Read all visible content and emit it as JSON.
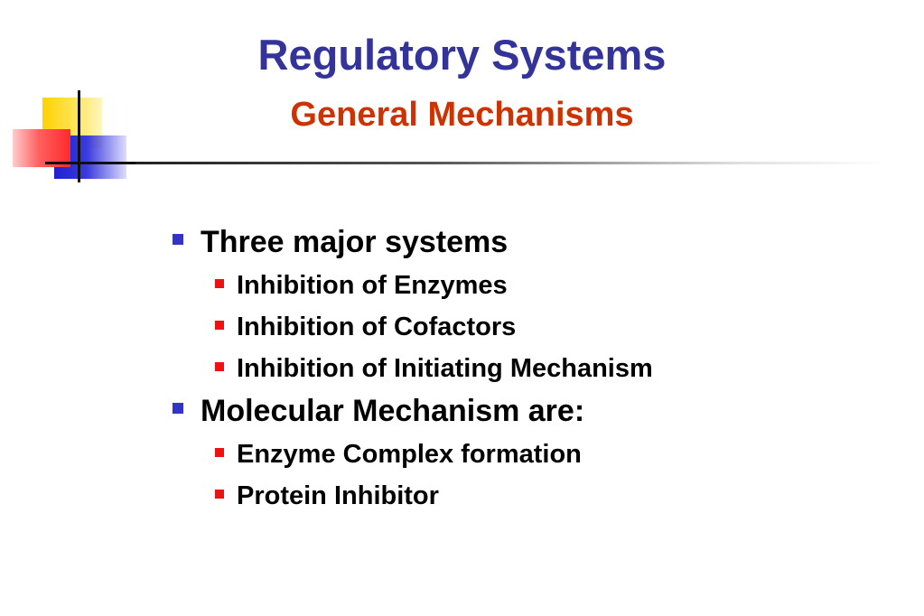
{
  "slide": {
    "title": "Regulatory Systems",
    "subtitle": "General Mechanisms",
    "colors": {
      "title": "#333399",
      "subtitle": "#cc3300",
      "bullet_level1": "#3333cc",
      "bullet_level2": "#ee1111",
      "logo_yellow": "#ffd200",
      "logo_red": "#ff2a2a",
      "logo_blue": "#2020d0"
    },
    "bullets": [
      {
        "text": "Three major systems",
        "children": [
          {
            "text": "Inhibition of Enzymes"
          },
          {
            "text": "Inhibition of Cofactors"
          },
          {
            "text": "Inhibition of Initiating Mechanism"
          }
        ]
      },
      {
        "text": "Molecular Mechanism are:",
        "children": [
          {
            "text": "Enzyme Complex formation"
          },
          {
            "text": "Protein Inhibitor"
          }
        ]
      }
    ]
  }
}
